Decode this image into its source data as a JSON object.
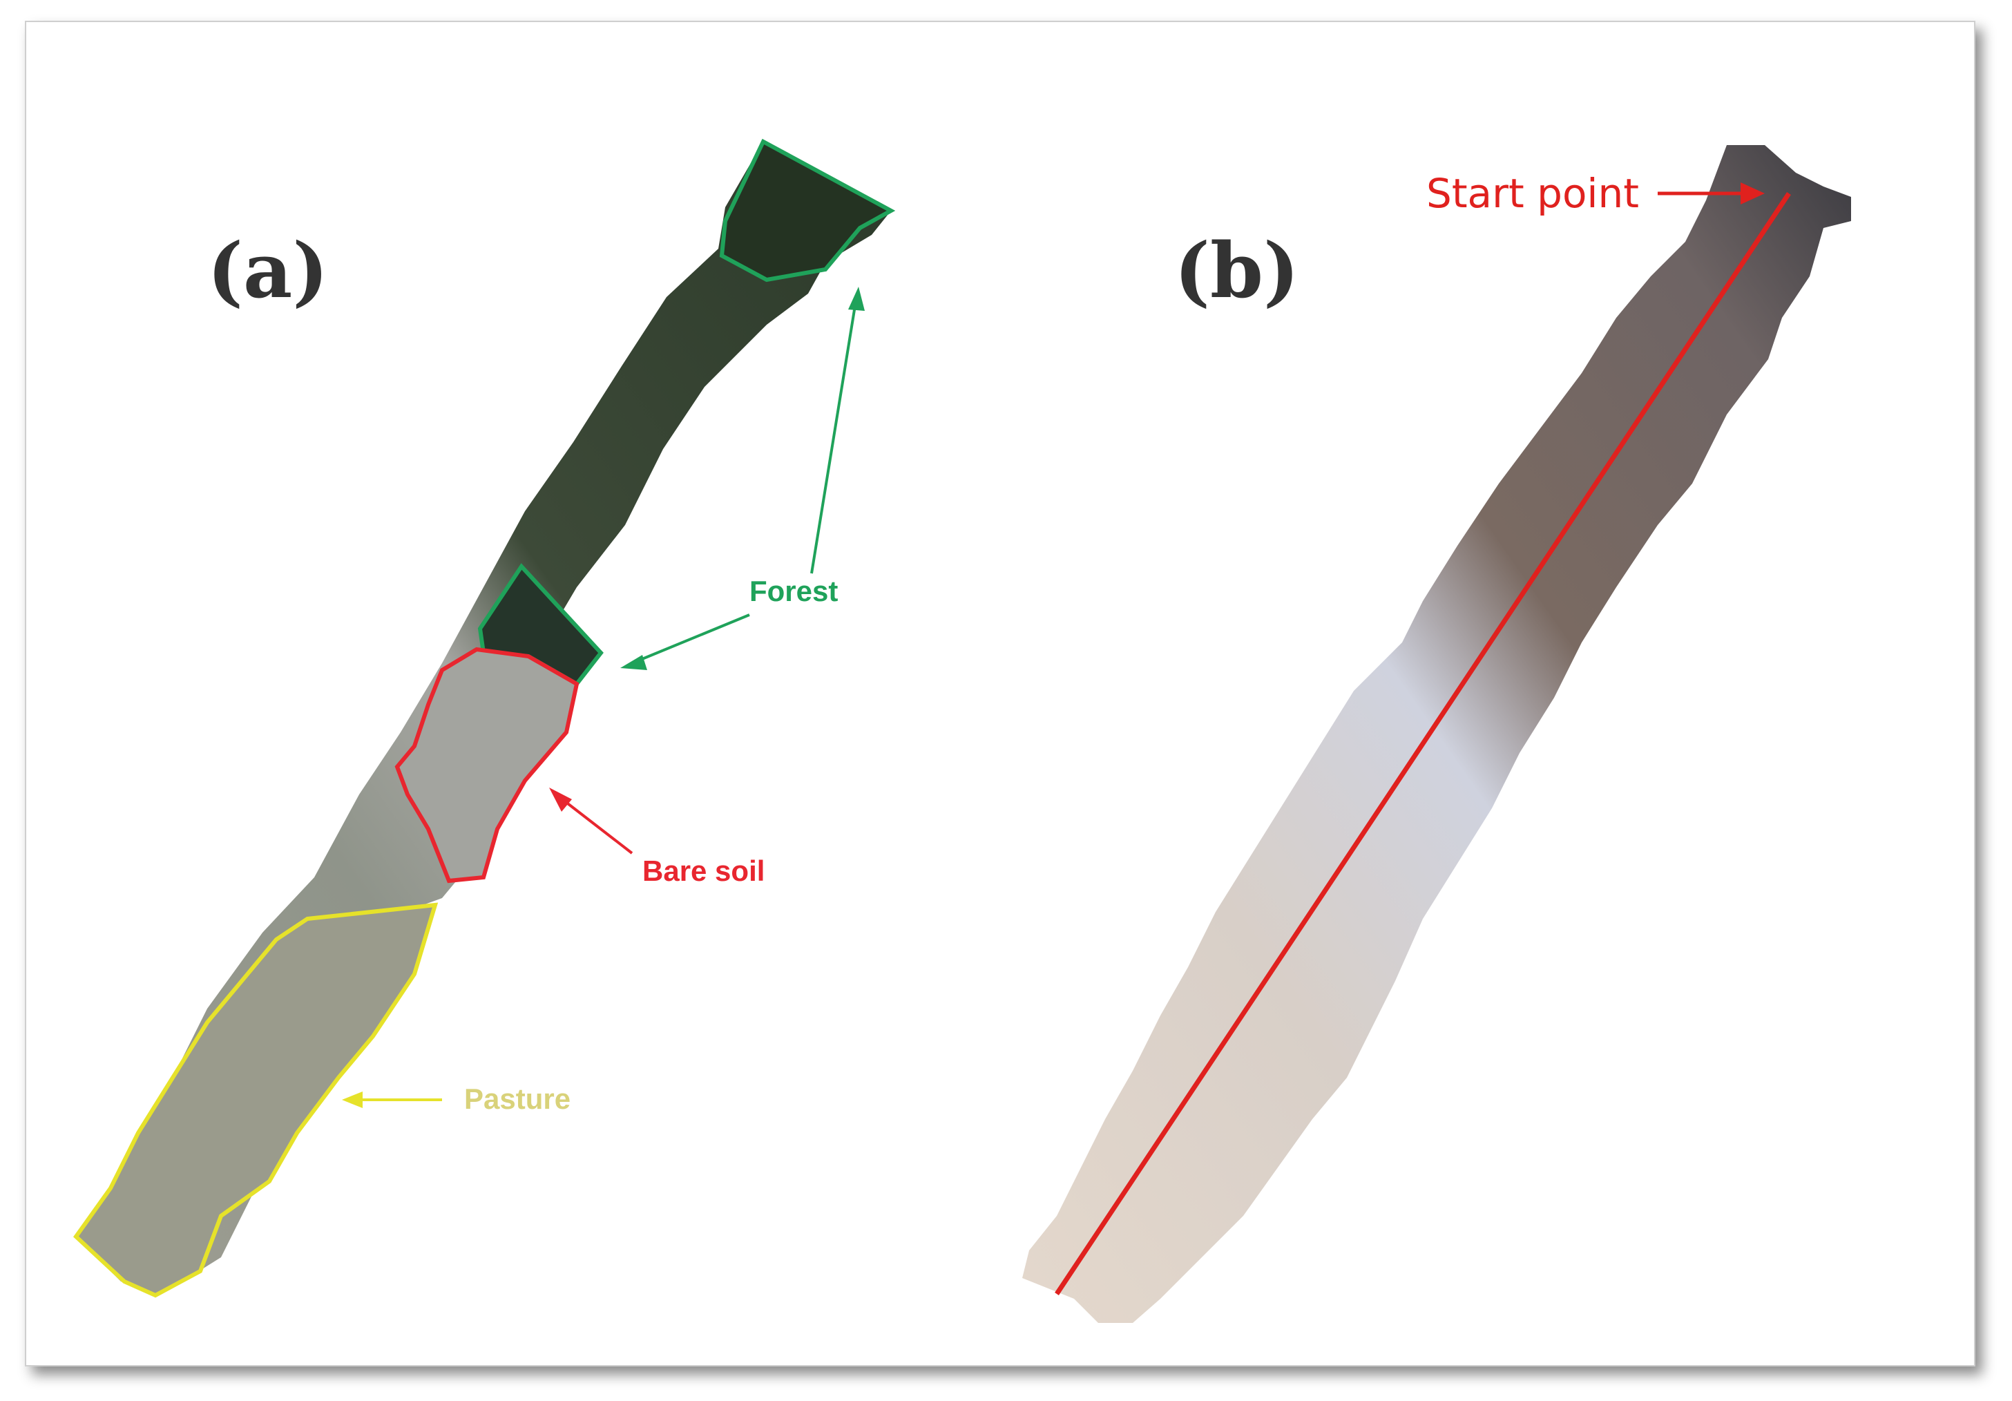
{
  "panels": {
    "a": {
      "label": "(a)"
    },
    "b": {
      "label": "(b)"
    }
  },
  "annotations": {
    "forest": "Forest",
    "bare_soil": "Bare soil",
    "pasture": "Pasture",
    "start_point": "Start point"
  },
  "colors": {
    "forest": "#1fa25a",
    "bare_soil": "#e8262f",
    "pasture": "#e6e22a",
    "pasture_text": "#d9d27a",
    "transect": "#e0211e"
  }
}
